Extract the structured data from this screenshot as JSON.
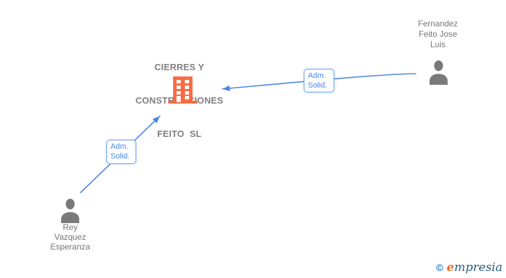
{
  "company": {
    "name_line1": "CIERRES Y",
    "name_line2": "CONSTRUCCIONES",
    "name_line3": "FEITO  SL",
    "icon": "building-icon"
  },
  "persons": {
    "fernandez": {
      "line1": "Fernandez",
      "line2": "Feito Jose",
      "line3": "Luis",
      "icon": "person-icon"
    },
    "rey": {
      "line1": "Rey",
      "line2": "Vazquez",
      "line3": "Esperanza",
      "icon": "person-icon"
    }
  },
  "relations": {
    "fernandez_to_company": {
      "label_line1": "Adm.",
      "label_line2": "Solid.",
      "from": "Fernandez Feito Jose Luis",
      "to": "CIERRES Y CONSTRUCCIONES FEITO SL"
    },
    "rey_to_company": {
      "label_line1": "Adm.",
      "label_line2": "Solid.",
      "from": "Rey Vazquez Esperanza",
      "to": "CIERRES Y CONSTRUCCIONES FEITO SL"
    }
  },
  "watermark": {
    "copyright_symbol": "©",
    "brand_initial": "e",
    "brand_rest": "mpresia"
  },
  "colors": {
    "edge_blue": "#4a86e8",
    "label_text_blue": "#4285f4",
    "label_border_blue": "#6ba1ee",
    "company_text_gray": "#7e7e7e",
    "person_text_gray": "#757575",
    "person_icon_gray": "#7a7a7a",
    "building_orange": "#fa6b43",
    "watermark_copyright_blue": "#2577b5",
    "watermark_e_orange": "#ef6b23",
    "watermark_text_teal": "#2a5f78",
    "background": "#ffffff"
  }
}
